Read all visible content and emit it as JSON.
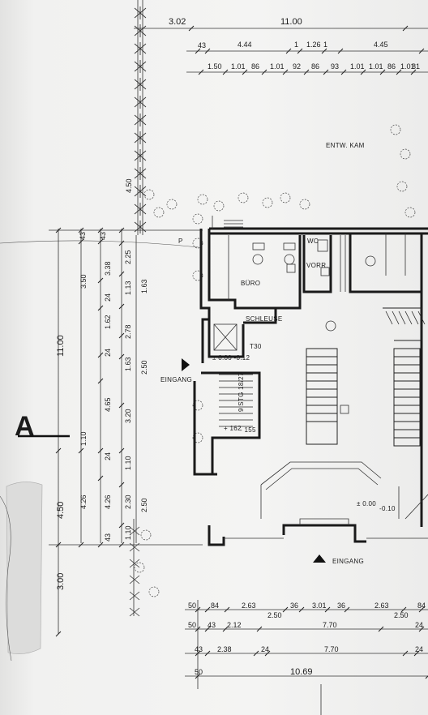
{
  "drawing": {
    "section_marker": "A",
    "top_dimensions": {
      "row1": [
        "3.02",
        "11.00"
      ],
      "row2": [
        "43",
        "4.44",
        "1",
        "1.26",
        "1",
        "4.45"
      ],
      "row3": [
        "1.50",
        "1.01",
        "86",
        "1.01",
        "92",
        "86",
        "93",
        "1.01",
        "1.01",
        "86",
        "1.01",
        "81"
      ]
    },
    "left_dimensions": {
      "overall_vertical": [
        "11.00",
        "4.50",
        "3.00"
      ],
      "col_a": [
        "3.50",
        "1.10",
        "4.26"
      ],
      "col_b": [
        "43",
        "3.38",
        "24",
        "1.62",
        "24",
        "4.65",
        "24",
        "4.26",
        "43"
      ],
      "col_c": [
        "43",
        "2.25",
        "1.13",
        "2.78",
        "1.63",
        "3.20",
        "1.10",
        "2.30",
        "1.10"
      ],
      "col_d": [
        "1.63",
        "2.50",
        "2.50"
      ]
    },
    "rooms": {
      "buero": "BÜRO",
      "schleuse": "SCHLEUSE",
      "wc": "WC",
      "vorr": "VORR."
    },
    "entrances": {
      "left": "EINGANG",
      "bottom": "EINGANG"
    },
    "levels": {
      "t30": "T30",
      "level1": "± 0.00 -0.12",
      "stair": "9 STG 18/27",
      "level2": "+ 162",
      "level3": "- 155",
      "level4": "± 0.00",
      "level5": "-0.10"
    },
    "annotations": {
      "plant_note": "ENTW. KAM",
      "marker_p": "P"
    },
    "bottom_dimensions": {
      "row1": [
        "50",
        "84",
        "2.63",
        "36",
        "3.01",
        "36",
        "2.63",
        "84"
      ],
      "row2": [
        "50",
        "43",
        "2.12",
        "2.50",
        "7.70",
        "2.50",
        "24"
      ],
      "row3": [
        "43",
        "2.38",
        "24",
        "7.70",
        "24"
      ],
      "total": "10.69"
    }
  }
}
